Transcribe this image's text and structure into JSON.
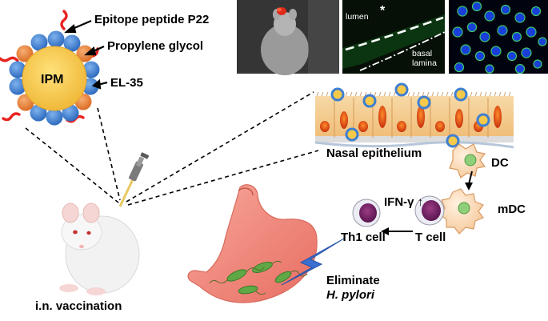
{
  "labels": {
    "epitope": "Epitope peptide P22",
    "propylene": "Propylene glycol",
    "el35": "EL-35",
    "ipm": "IPM",
    "nasal": "Nasal epithelium",
    "dc": "DC",
    "mdc": "mDC",
    "ifn": "IFN-γ ↑",
    "th1": "Th1 cell",
    "tcell": "T cell",
    "eliminate": "Eliminate",
    "pylori": "H. pylori",
    "vaccination": "i.n. vaccination"
  },
  "micrograph": {
    "lumen": "lumen",
    "asterisk": "*",
    "basal": "basal",
    "lamina": "lamina"
  },
  "colors": {
    "ipm_core": "#f6c94a",
    "blue_bead": "#3f7fd0",
    "orange_bead": "#e8823a",
    "peptide": "#e8231f",
    "stomach": "#f08a7e",
    "bacteria": "#5fa845",
    "lightning": "#3a6fd0"
  }
}
